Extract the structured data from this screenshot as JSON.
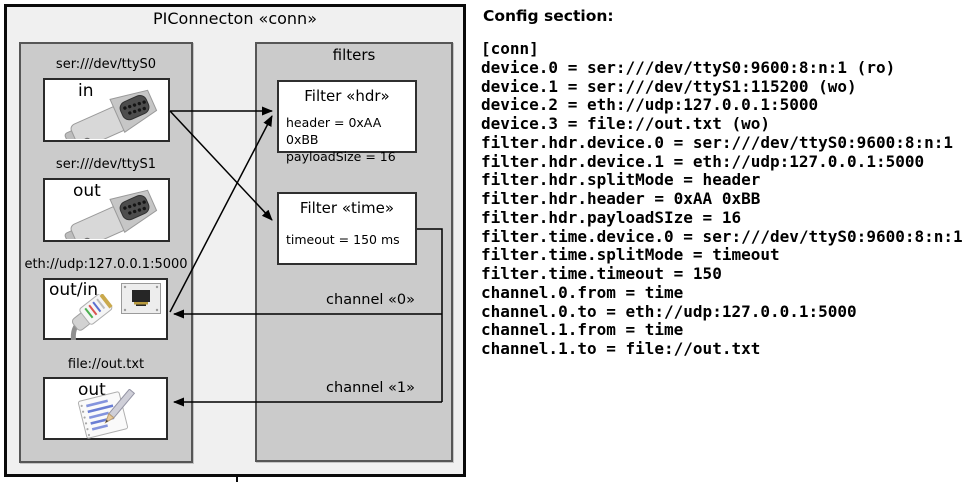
{
  "colors": {
    "page_bg": "#ffffff",
    "outer_bg": "#f0f0f0",
    "panel_bg": "#cbcbcb",
    "node_bg": "#ffffff",
    "border_dark": "#565656",
    "line_color": "#000000",
    "text_color": "#000000"
  },
  "diagram": {
    "title": "PIConnecton «conn»",
    "filters_label": "filters",
    "devices": [
      {
        "label": "ser:///dev/ttyS0",
        "mode": "in",
        "icon": "serial-connector"
      },
      {
        "label": "ser:///dev/ttyS1",
        "mode": "out",
        "icon": "serial-connector"
      },
      {
        "label": "eth://udp:127.0.0.1:5000",
        "mode": "out/in",
        "icon": "ethernet-connector"
      },
      {
        "label": "file://out.txt",
        "mode": "out",
        "icon": "notepad"
      }
    ],
    "filters": [
      {
        "title": "Filter «hdr»",
        "props": {
          "0": "header = 0xAA 0xBB",
          "1": "payloadSize = 16"
        }
      },
      {
        "title": "Filter «time»",
        "props": {
          "0": "timeout = 150 ms"
        }
      }
    ],
    "channels": [
      {
        "label": "channel «0»"
      },
      {
        "label": "channel «1»"
      }
    ]
  },
  "config": {
    "heading": "Config section:",
    "lines": [
      "[conn]",
      "device.0 = ser:///dev/ttyS0:9600:8:n:1 (ro)",
      "device.1 = ser:///dev/ttyS1:115200 (wo)",
      "device.2 = eth://udp:127.0.0.1:5000",
      "device.3 = file://out.txt (wo)",
      "filter.hdr.device.0 = ser:///dev/ttyS0:9600:8:n:1",
      "filter.hdr.device.1 = eth://udp:127.0.0.1:5000",
      "filter.hdr.splitMode = header",
      "filter.hdr.header = 0xAA 0xBB",
      "filter.hdr.payloadSIze = 16",
      "filter.time.device.0 = ser:///dev/ttyS0:9600:8:n:1",
      "filter.time.splitMode = timeout",
      "filter.time.timeout = 150",
      "channel.0.from = time",
      "channel.0.to = eth://udp:127.0.0.1:5000",
      "channel.1.from = time",
      "channel.1.to = file://out.txt"
    ]
  }
}
